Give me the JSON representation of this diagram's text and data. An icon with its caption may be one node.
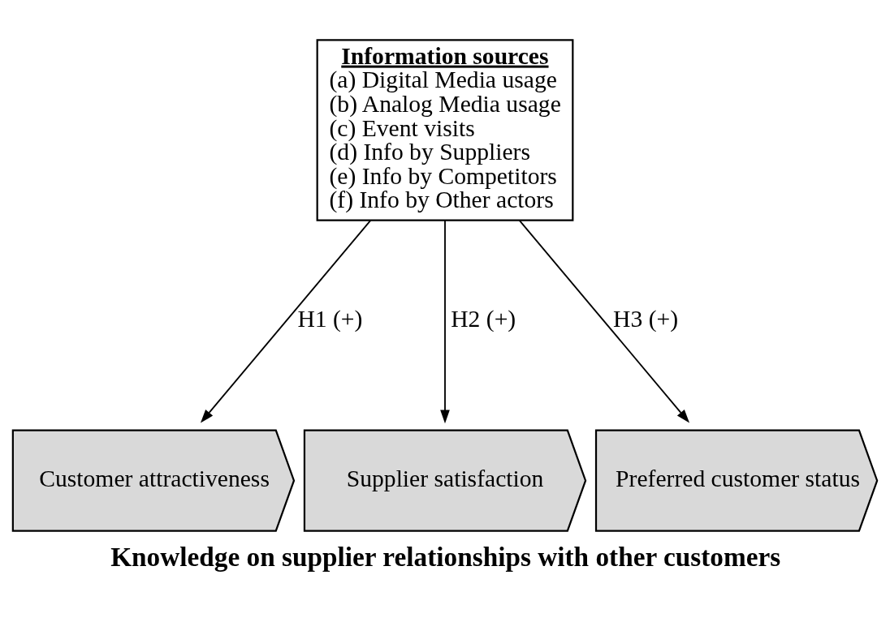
{
  "diagram": {
    "caption": "Knowledge on supplier relationships with other customers",
    "nodes": [
      {
        "text": [
          "Information sources",
          "(a) Digital Media usage",
          "(b) Analog Media usage",
          "(c) Event visits",
          "(d) Info by Suppliers",
          "(e) Info by Competitors",
          "(f) Info by Other actors"
        ]
      },
      {
        "text": [
          "Customer attractiveness"
        ]
      },
      {
        "text": [
          "Supplier satisfaction"
        ]
      },
      {
        "text": [
          "Preferred customer status"
        ]
      }
    ],
    "edges": [
      {
        "from": 0,
        "to": 1,
        "arrow": "to",
        "label": "H1 (+)"
      },
      {
        "from": 0,
        "to": 2,
        "arrow": "to",
        "label": "H2 (+)"
      },
      {
        "from": 0,
        "to": 3,
        "arrow": "to",
        "label": "H3 (+)"
      }
    ]
  }
}
